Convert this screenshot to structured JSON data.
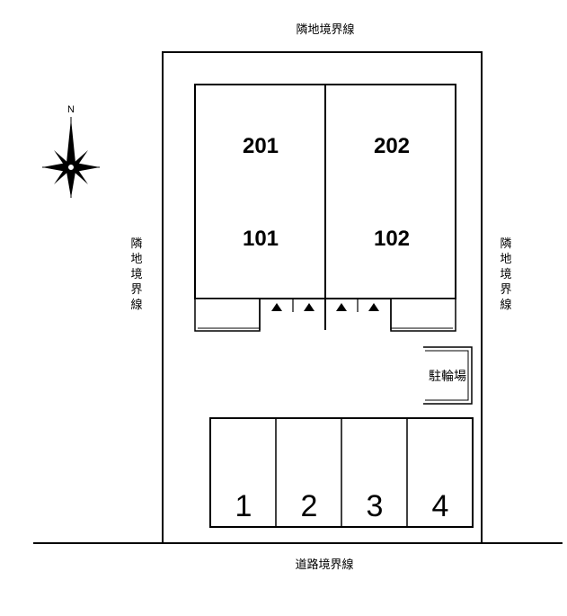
{
  "compass": {
    "north_label": "N",
    "icon": "compass-rose-icon"
  },
  "boundaries": {
    "top": "隣地境界線",
    "left": "隣地境界線",
    "right": "隣地境界線",
    "bottom": "道路境界線"
  },
  "units": {
    "upper_left": "201",
    "upper_right": "202",
    "lower_left": "101",
    "lower_right": "102"
  },
  "bicycle_parking": "駐輪場",
  "parking_spaces": [
    "1",
    "2",
    "3",
    "4"
  ]
}
